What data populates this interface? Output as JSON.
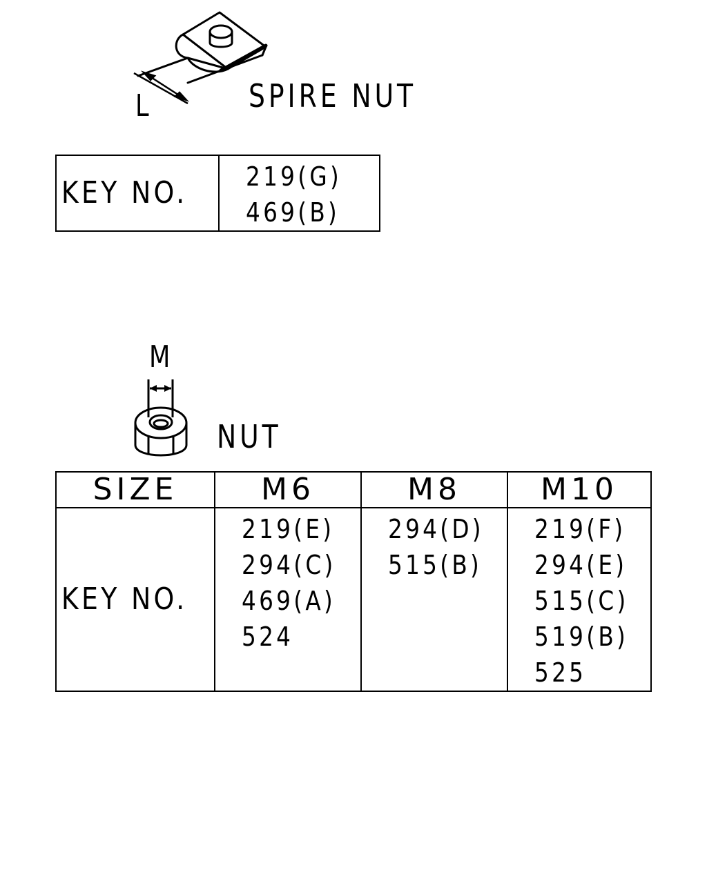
{
  "spire_nut": {
    "label": "SPIRE NUT",
    "dimension_label": "L",
    "table": {
      "key_label": "KEY NO.",
      "values": [
        "219(G)",
        "469(B)"
      ]
    }
  },
  "nut": {
    "label": "NUT",
    "dimension_label": "M",
    "table": {
      "size_label": "SIZE",
      "key_label": "KEY NO.",
      "columns": [
        {
          "size": "M6",
          "keys": [
            "219(E)",
            "294(C)",
            "469(A)",
            "524"
          ]
        },
        {
          "size": "M8",
          "keys": [
            "294(D)",
            "515(B)"
          ]
        },
        {
          "size": "M10",
          "keys": [
            "219(F)",
            "294(E)",
            "515(C)",
            "519(B)",
            "525"
          ]
        }
      ]
    }
  }
}
